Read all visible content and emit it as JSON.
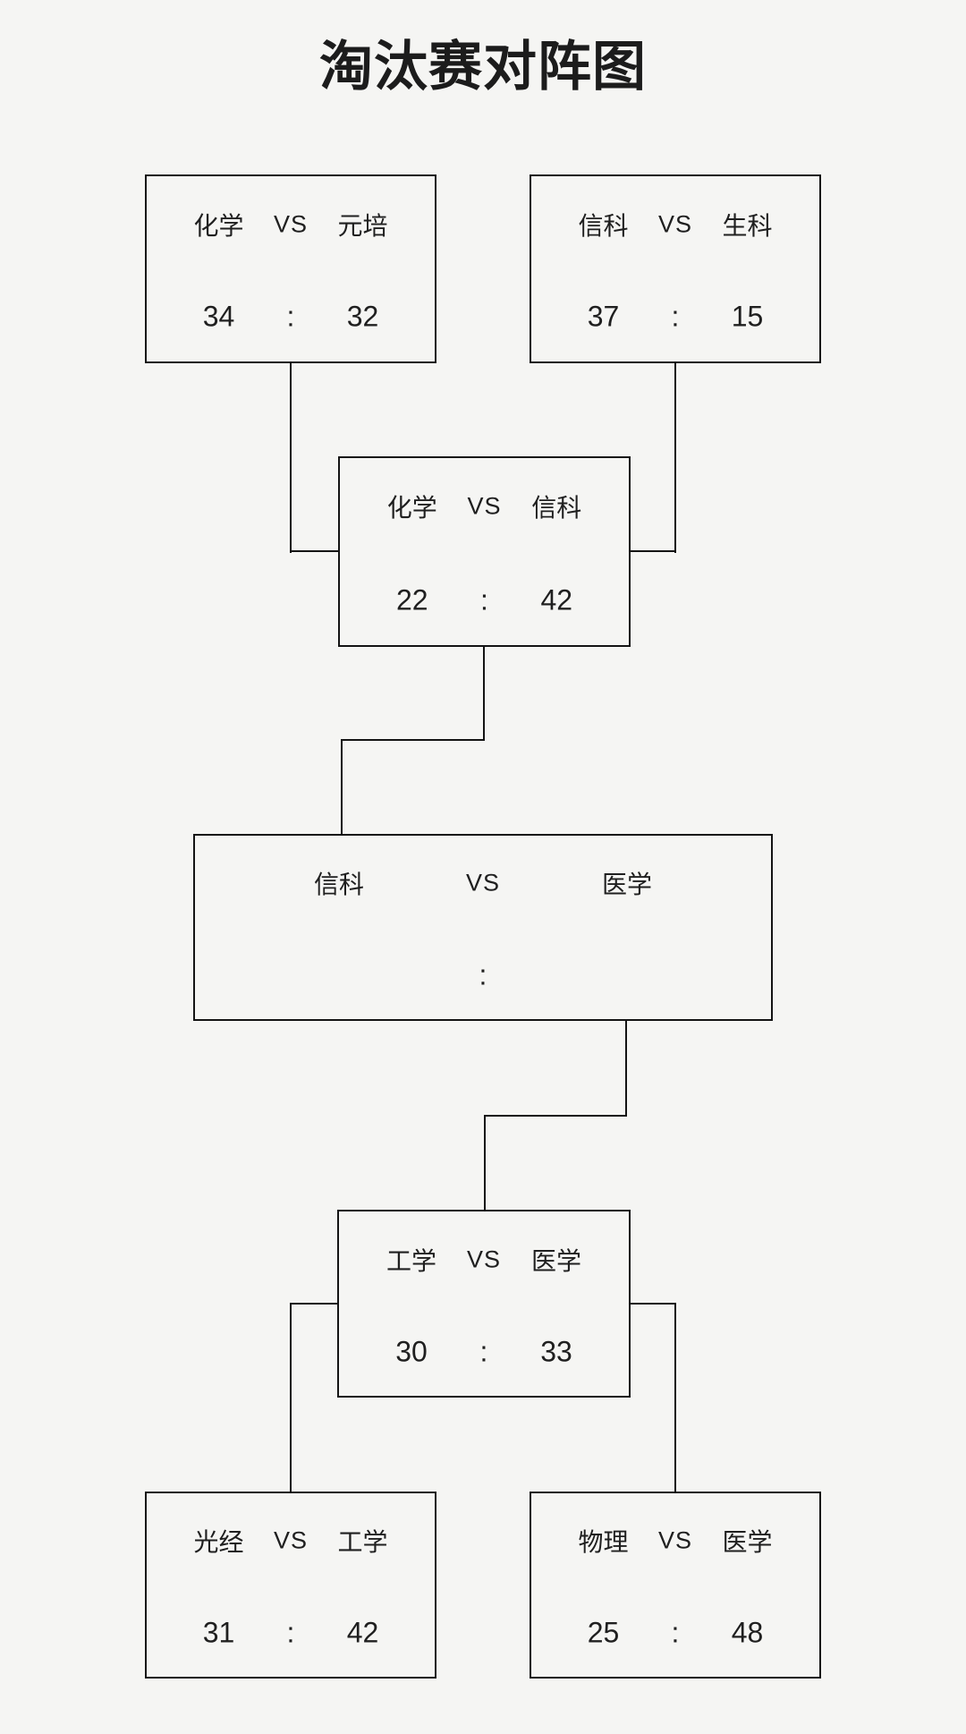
{
  "title": "淘汰赛对阵图",
  "colors": {
    "background": "#f5f5f3",
    "line": "#141414",
    "text": "#1f1f1f"
  },
  "matches": [
    {
      "round": "round-1",
      "position": "top-left",
      "team1": "化学",
      "vs": "VS",
      "team2": "元培",
      "score1": "34",
      "colon": ":",
      "score2": "32"
    },
    {
      "round": "round-1",
      "position": "top-right",
      "team1": "信科",
      "vs": "VS",
      "team2": "生科",
      "score1": "37",
      "colon": ":",
      "score2": "15"
    },
    {
      "round": "semifinal",
      "position": "upper",
      "team1": "化学",
      "vs": "VS",
      "team2": "信科",
      "score1": "22",
      "colon": ":",
      "score2": "42"
    },
    {
      "round": "final",
      "position": "center",
      "team1": "信科",
      "vs": "VS",
      "team2": "医学",
      "score1": "",
      "colon": ":",
      "score2": ""
    },
    {
      "round": "semifinal",
      "position": "lower",
      "team1": "工学",
      "vs": "VS",
      "team2": "医学",
      "score1": "30",
      "colon": ":",
      "score2": "33"
    },
    {
      "round": "round-1",
      "position": "bottom-left",
      "team1": "光经",
      "vs": "VS",
      "team2": "工学",
      "score1": "31",
      "colon": ":",
      "score2": "42"
    },
    {
      "round": "round-1",
      "position": "bottom-right",
      "team1": "物理",
      "vs": "VS",
      "team2": "医学",
      "score1": "25",
      "colon": ":",
      "score2": "48"
    }
  ]
}
